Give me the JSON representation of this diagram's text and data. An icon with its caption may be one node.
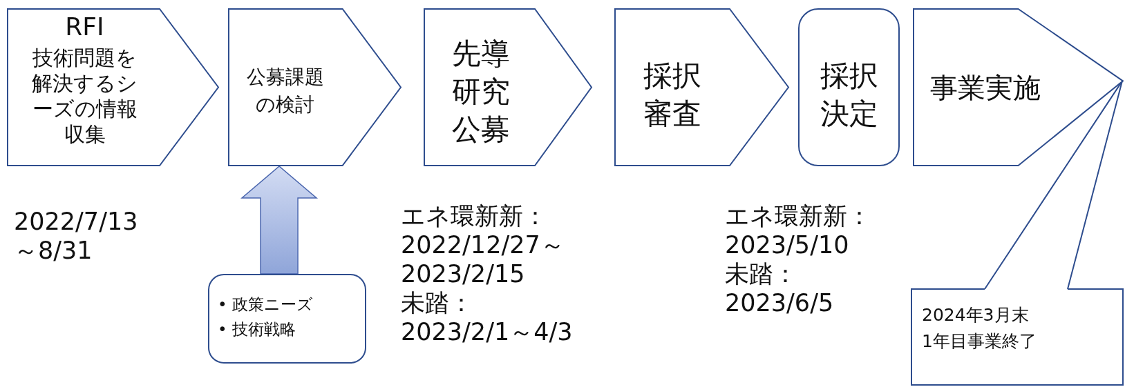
{
  "diagram": {
    "nodes": [
      {
        "text": [
          "RFI",
          "技術問題を解決するシーズの情報収集"
        ],
        "beside": [
          "2022/7/13",
          "～8/31"
        ]
      },
      {
        "text": [
          "公募課題の検討"
        ]
      },
      {
        "text": [
          "先導研究公募"
        ],
        "beside": [
          "エネ環新新：",
          "2022/12/27～",
          "2023/2/15",
          "未踏：",
          "2023/2/1～4/3"
        ]
      },
      {
        "text": [
          "採択審査"
        ]
      },
      {
        "text": [
          "採択決定"
        ],
        "beside": [
          "エネ環新新：",
          "2023/5/10",
          "未踏：",
          "2023/6/5"
        ]
      },
      {
        "text": [
          "事業実施"
        ]
      },
      {
        "text": [
          "• 政策ニーズ",
          "• 技術戦略"
        ]
      },
      {
        "text": [
          "2024年3月末",
          "1年目事業終了"
        ]
      }
    ],
    "edges": [
      {
        "from": 6,
        "to": 1,
        "arrow": "to",
        "style": "thick",
        "color": "#8fa5d9"
      }
    ]
  }
}
